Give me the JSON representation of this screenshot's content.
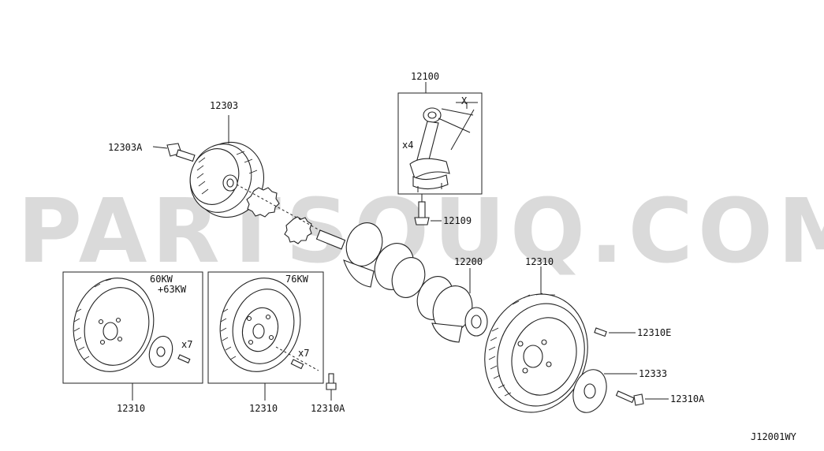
{
  "watermark": "PARTSOUQ.COM",
  "diagram_code": "J12001WY",
  "labels": {
    "conrod": "12100",
    "conrod_x": "X",
    "conrod_qty": "x4",
    "conrod_bolt": "12109",
    "pulley": "12303",
    "pulley_bolt": "12303A",
    "crankshaft": "12200",
    "flywheel_main": "12310",
    "flywheel_pin": "12310E",
    "plate_main": "12333",
    "bolt_main": "12310A",
    "left_box_kw1": "60KW",
    "left_box_kw2": "+63KW",
    "left_box_qty": "x7",
    "left_box_part": "12310",
    "mid_box_kw": "76KW",
    "mid_box_qty": "x7",
    "mid_box_part": "12310",
    "mid_box_bolt": "12310A"
  }
}
